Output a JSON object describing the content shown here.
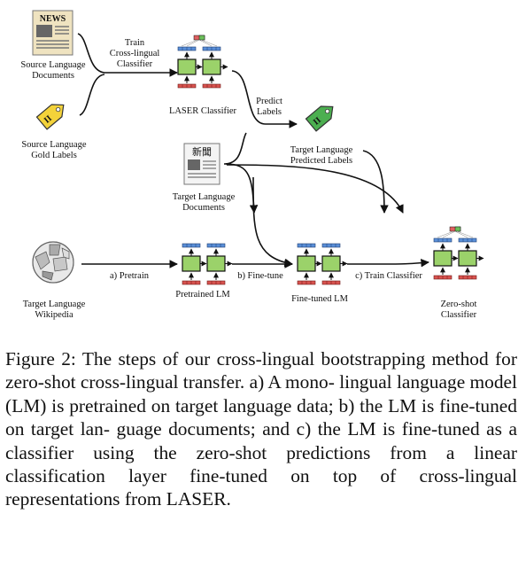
{
  "diagram": {
    "icons": {
      "news_doc": {
        "text": "NEWS",
        "icon": "newspaper-icon"
      },
      "source_tag": {
        "text": "II",
        "icon": "yellow-tag-icon"
      },
      "target_tag": {
        "text": "II",
        "icon": "green-tag-icon"
      },
      "target_doc": {
        "text": "新聞",
        "icon": "japanese-newspaper-icon"
      },
      "wikipedia": {
        "icon": "wikipedia-globe-icon"
      }
    },
    "labels": {
      "source_docs": [
        "Source Language",
        "Documents"
      ],
      "source_gold": [
        "Source Language",
        "Gold Labels"
      ],
      "train_cross": [
        "Train",
        "Cross-lingual",
        "Classifier"
      ],
      "laser": "LASER Classifier",
      "predict": [
        "Predict",
        "Labels"
      ],
      "target_pred": [
        "Target Language",
        "Predicted Labels"
      ],
      "target_docs": [
        "Target Language",
        "Documents"
      ],
      "target_wiki": [
        "Target Language",
        "Wikipedia"
      ],
      "pretrain": "a) Pretrain",
      "finetune": "b) Fine-tune",
      "train_clf": "c) Train Classifier",
      "pretrained_lm": "Pretrained LM",
      "finetuned_lm": "Fine-tuned LM",
      "zeroshot": [
        "Zero-shot",
        "Classifier"
      ]
    },
    "colors": {
      "lm_box": "#9bd26a",
      "token_blue": "#5a8fd8",
      "token_red": "#d9534f",
      "tag_yellow": "#f3d23a",
      "tag_green": "#4caf50",
      "top_red": "#e06060",
      "top_green": "#6cbf5a"
    }
  },
  "caption": [
    "Figure 2: The steps of our cross-lingual bootstrapping",
    "method for zero-shot cross-lingual transfer. a) A mono-",
    "lingual language model (LM) is pretrained on target",
    "language data; b) the LM is fine-tuned on target lan-",
    "guage documents; and c) the LM is fine-tuned as a",
    "classifier using the zero-shot predictions from a linear",
    "classification layer fine-tuned on top of cross-lingual",
    "representations from LASER."
  ]
}
